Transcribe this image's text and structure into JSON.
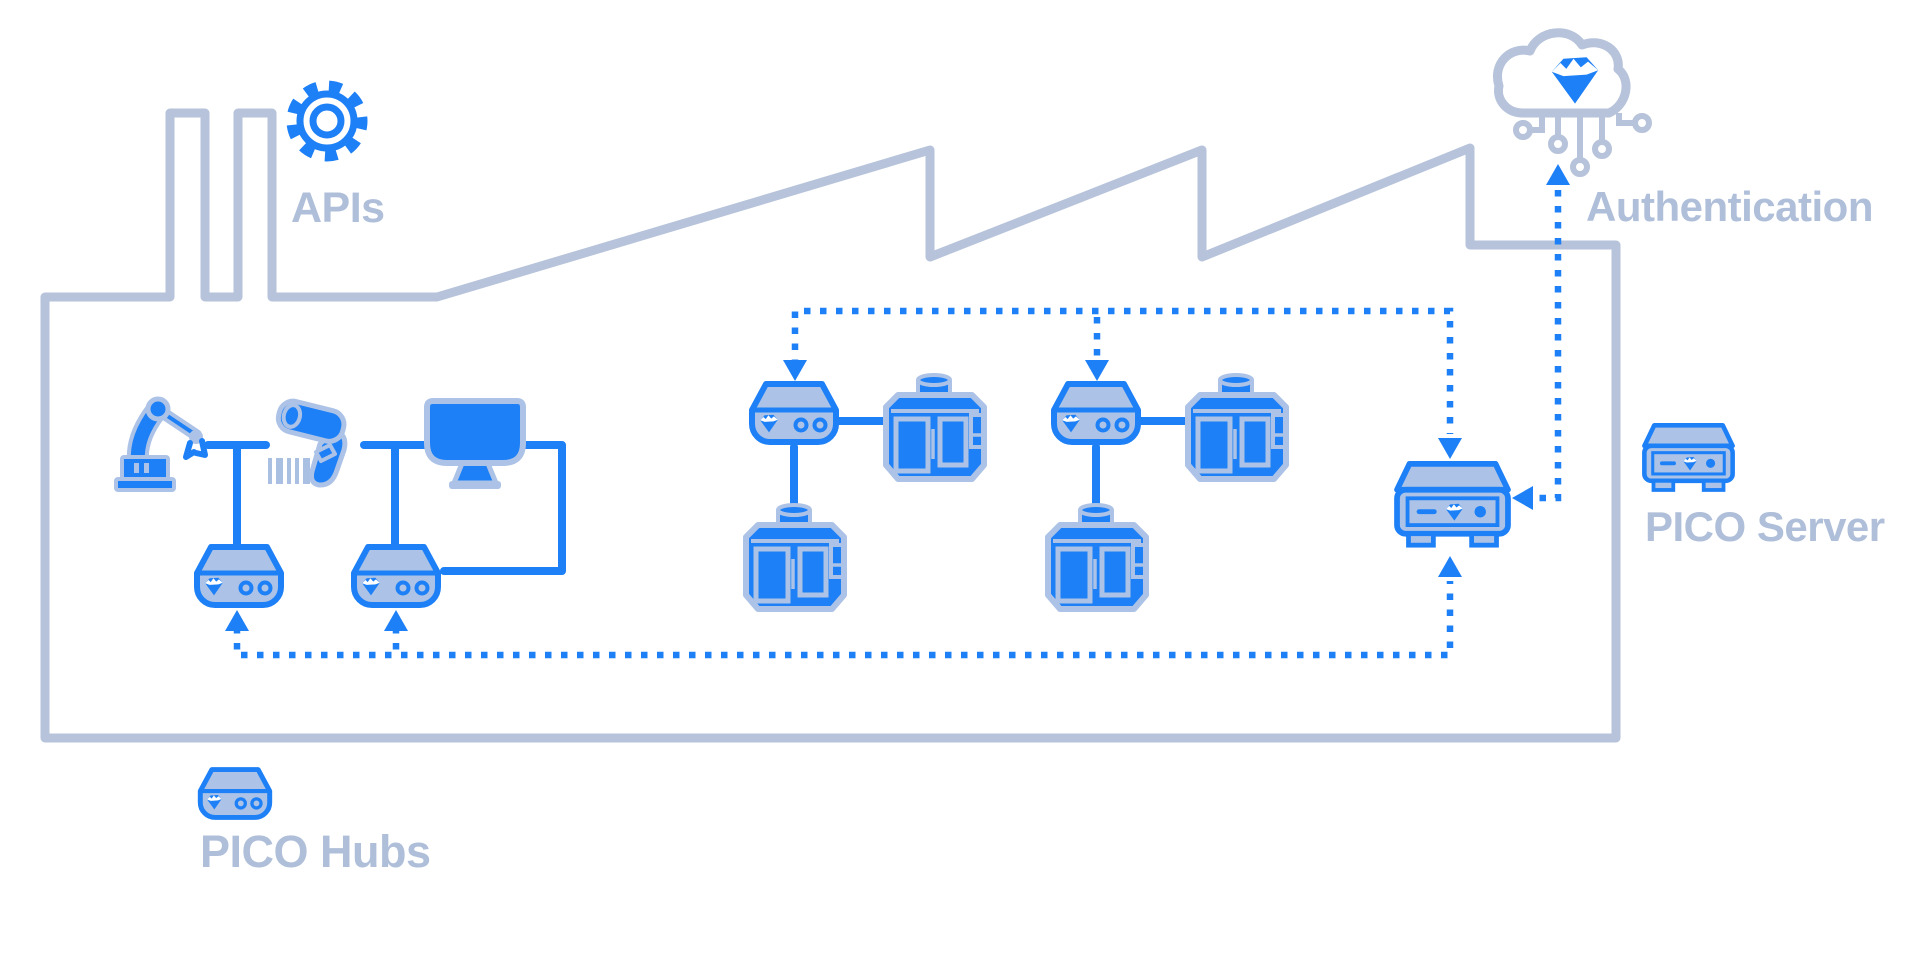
{
  "diagram": {
    "labels": {
      "apis": "APIs",
      "authentication": "Authentication",
      "pico_server": "PICO Server",
      "pico_hubs": "PICO Hubs"
    },
    "colors": {
      "accent_blue": "#1E80F6",
      "device_fill": "#ACC3E7",
      "factory_outline": "#B6C3DA",
      "label_text": "#AFBFD9",
      "background": "#FFFFFF"
    },
    "icons": [
      "gear-icon",
      "cloud-icon",
      "iceberg-logo",
      "robot-arm-icon",
      "barcode-icon",
      "barcode-scanner-icon",
      "monitor-icon",
      "pico-hub-icon",
      "cnc-machine-icon",
      "pico-server-icon"
    ],
    "nodes": [
      {
        "id": "apis",
        "type": "service",
        "icon": "gear-icon"
      },
      {
        "id": "authentication",
        "type": "cloud-service",
        "icon": "cloud-icon"
      },
      {
        "id": "hub-1",
        "type": "pico-hub",
        "connected_equipment": [
          "robot-arm",
          "barcode-scanner"
        ]
      },
      {
        "id": "hub-2",
        "type": "pico-hub",
        "connected_equipment": [
          "monitor"
        ]
      },
      {
        "id": "hub-3",
        "type": "pico-hub",
        "connected_equipment": [
          "cnc-machine",
          "cnc-machine"
        ]
      },
      {
        "id": "hub-4",
        "type": "pico-hub",
        "connected_equipment": [
          "cnc-machine",
          "cnc-machine"
        ]
      },
      {
        "id": "server-factory",
        "type": "pico-server",
        "location": "inside-factory"
      },
      {
        "id": "server-legend",
        "type": "pico-server",
        "location": "legend"
      },
      {
        "id": "hub-legend",
        "type": "pico-hub",
        "location": "legend"
      }
    ],
    "connections": [
      {
        "from": "server-factory",
        "to": "hub-1",
        "style": "dotted-arrow"
      },
      {
        "from": "server-factory",
        "to": "hub-2",
        "style": "dotted-arrow"
      },
      {
        "from": "server-factory",
        "to": "hub-3",
        "style": "dotted-arrow"
      },
      {
        "from": "server-factory",
        "to": "hub-4",
        "style": "dotted-arrow"
      },
      {
        "from": "server-factory",
        "to": "authentication",
        "style": "dotted-arrow-bidirectional"
      },
      {
        "from": "robot-arm",
        "to": "hub-1",
        "style": "solid"
      },
      {
        "from": "barcode-scanner",
        "to": "hub-2",
        "style": "solid"
      },
      {
        "from": "monitor",
        "to": "hub-2",
        "style": "solid"
      },
      {
        "from": "hub-3",
        "to": "cnc-machines",
        "style": "solid"
      },
      {
        "from": "hub-4",
        "to": "cnc-machines",
        "style": "solid"
      }
    ]
  }
}
